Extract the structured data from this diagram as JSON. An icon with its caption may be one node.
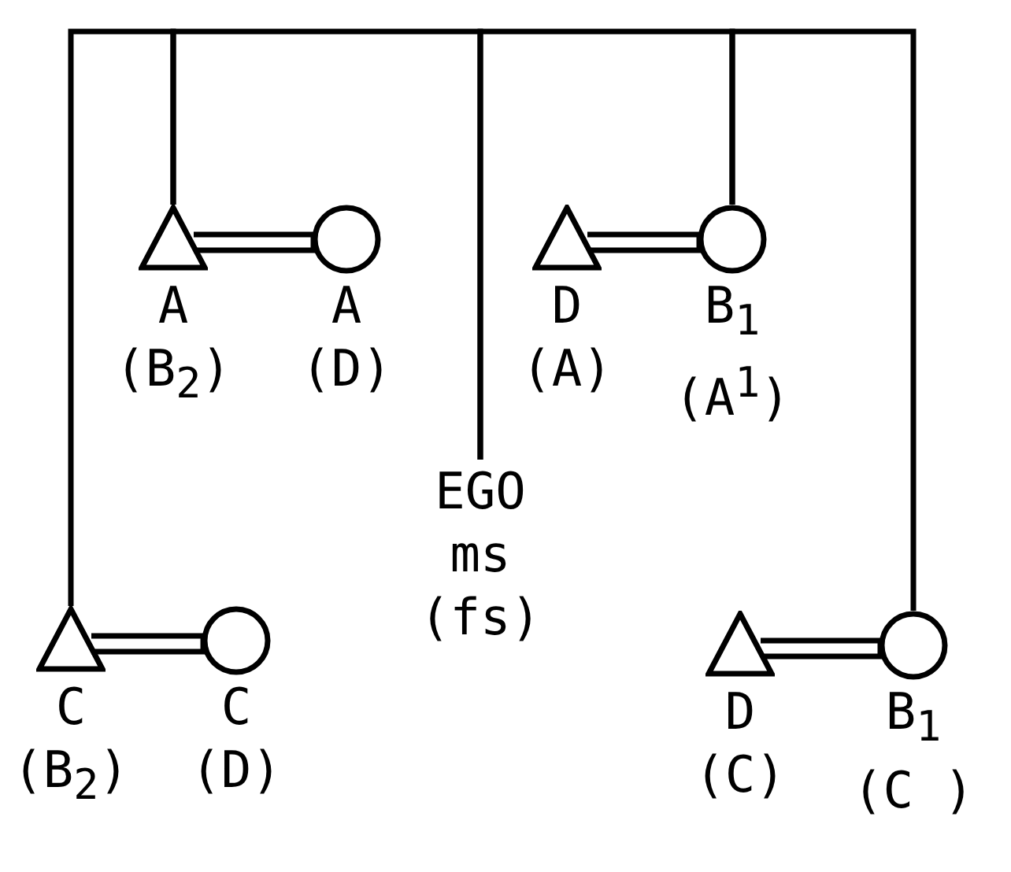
{
  "diagram": {
    "nodes": [
      {
        "text": [
          "A",
          "(B$_{2}$)"
        ]
      },
      {
        "text": [
          "A",
          "(D)"
        ]
      },
      {
        "text": [
          "D",
          "(A)"
        ]
      },
      {
        "text": [
          "B$_{1}$",
          "(A$^{1}$)"
        ]
      },
      {
        "text": [
          "EGO",
          "ms",
          "(fs)"
        ]
      },
      {
        "text": [
          "C",
          "(B$_{2}$)"
        ]
      },
      {
        "text": [
          "C",
          "(D)"
        ]
      },
      {
        "text": [
          "D",
          "(C)"
        ]
      },
      {
        "text": [
          "B$_{1}$",
          "(C )"
        ]
      }
    ],
    "edges": [
      {
        "from": 0,
        "to": 1,
        "arrow": "none"
      },
      {
        "from": 2,
        "to": 3,
        "arrow": "none"
      },
      {
        "from": 5,
        "to": 6,
        "arrow": "none"
      },
      {
        "from": 7,
        "to": 8,
        "arrow": "none"
      },
      {
        "from": 5,
        "to": 0,
        "arrow": "none"
      },
      {
        "from": 0,
        "to": 4,
        "arrow": "none"
      },
      {
        "from": 4,
        "to": 3,
        "arrow": "none"
      },
      {
        "from": 3,
        "to": 8,
        "arrow": "none"
      }
    ]
  }
}
